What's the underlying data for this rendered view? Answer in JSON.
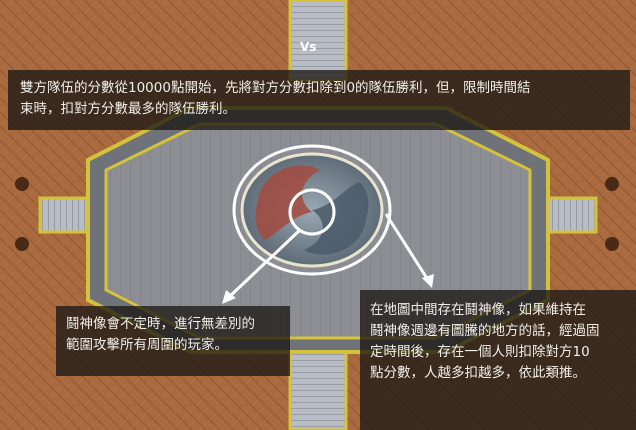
{
  "map": {
    "vs_label": "Vs",
    "colors": {
      "ground": "#a86a3e",
      "arena_floor": "#8c8e94",
      "wall_border": "#d4c23a",
      "center_ring": "#ffffff"
    }
  },
  "callouts": {
    "rules": {
      "lines": [
        "雙方隊伍的分數從10000點開始，先將對方分數扣除到0的隊伍勝利，但，限制時間結",
        "束時，扣對方分數最多的隊伍勝利。"
      ]
    },
    "statue_attack": {
      "lines": [
        "鬪神像會不定時，進行無差別的",
        "範圍攻擊所有周圍的玩家。"
      ]
    },
    "statue_hold": {
      "lines": [
        "在地圖中間存在鬪神像，如果維持在",
        "鬪神像週邊有圖騰的地方的話，經過固",
        "定時間後，存在一個人則扣除對方10",
        "點分數，人越多扣越多，依此類推。"
      ]
    }
  }
}
